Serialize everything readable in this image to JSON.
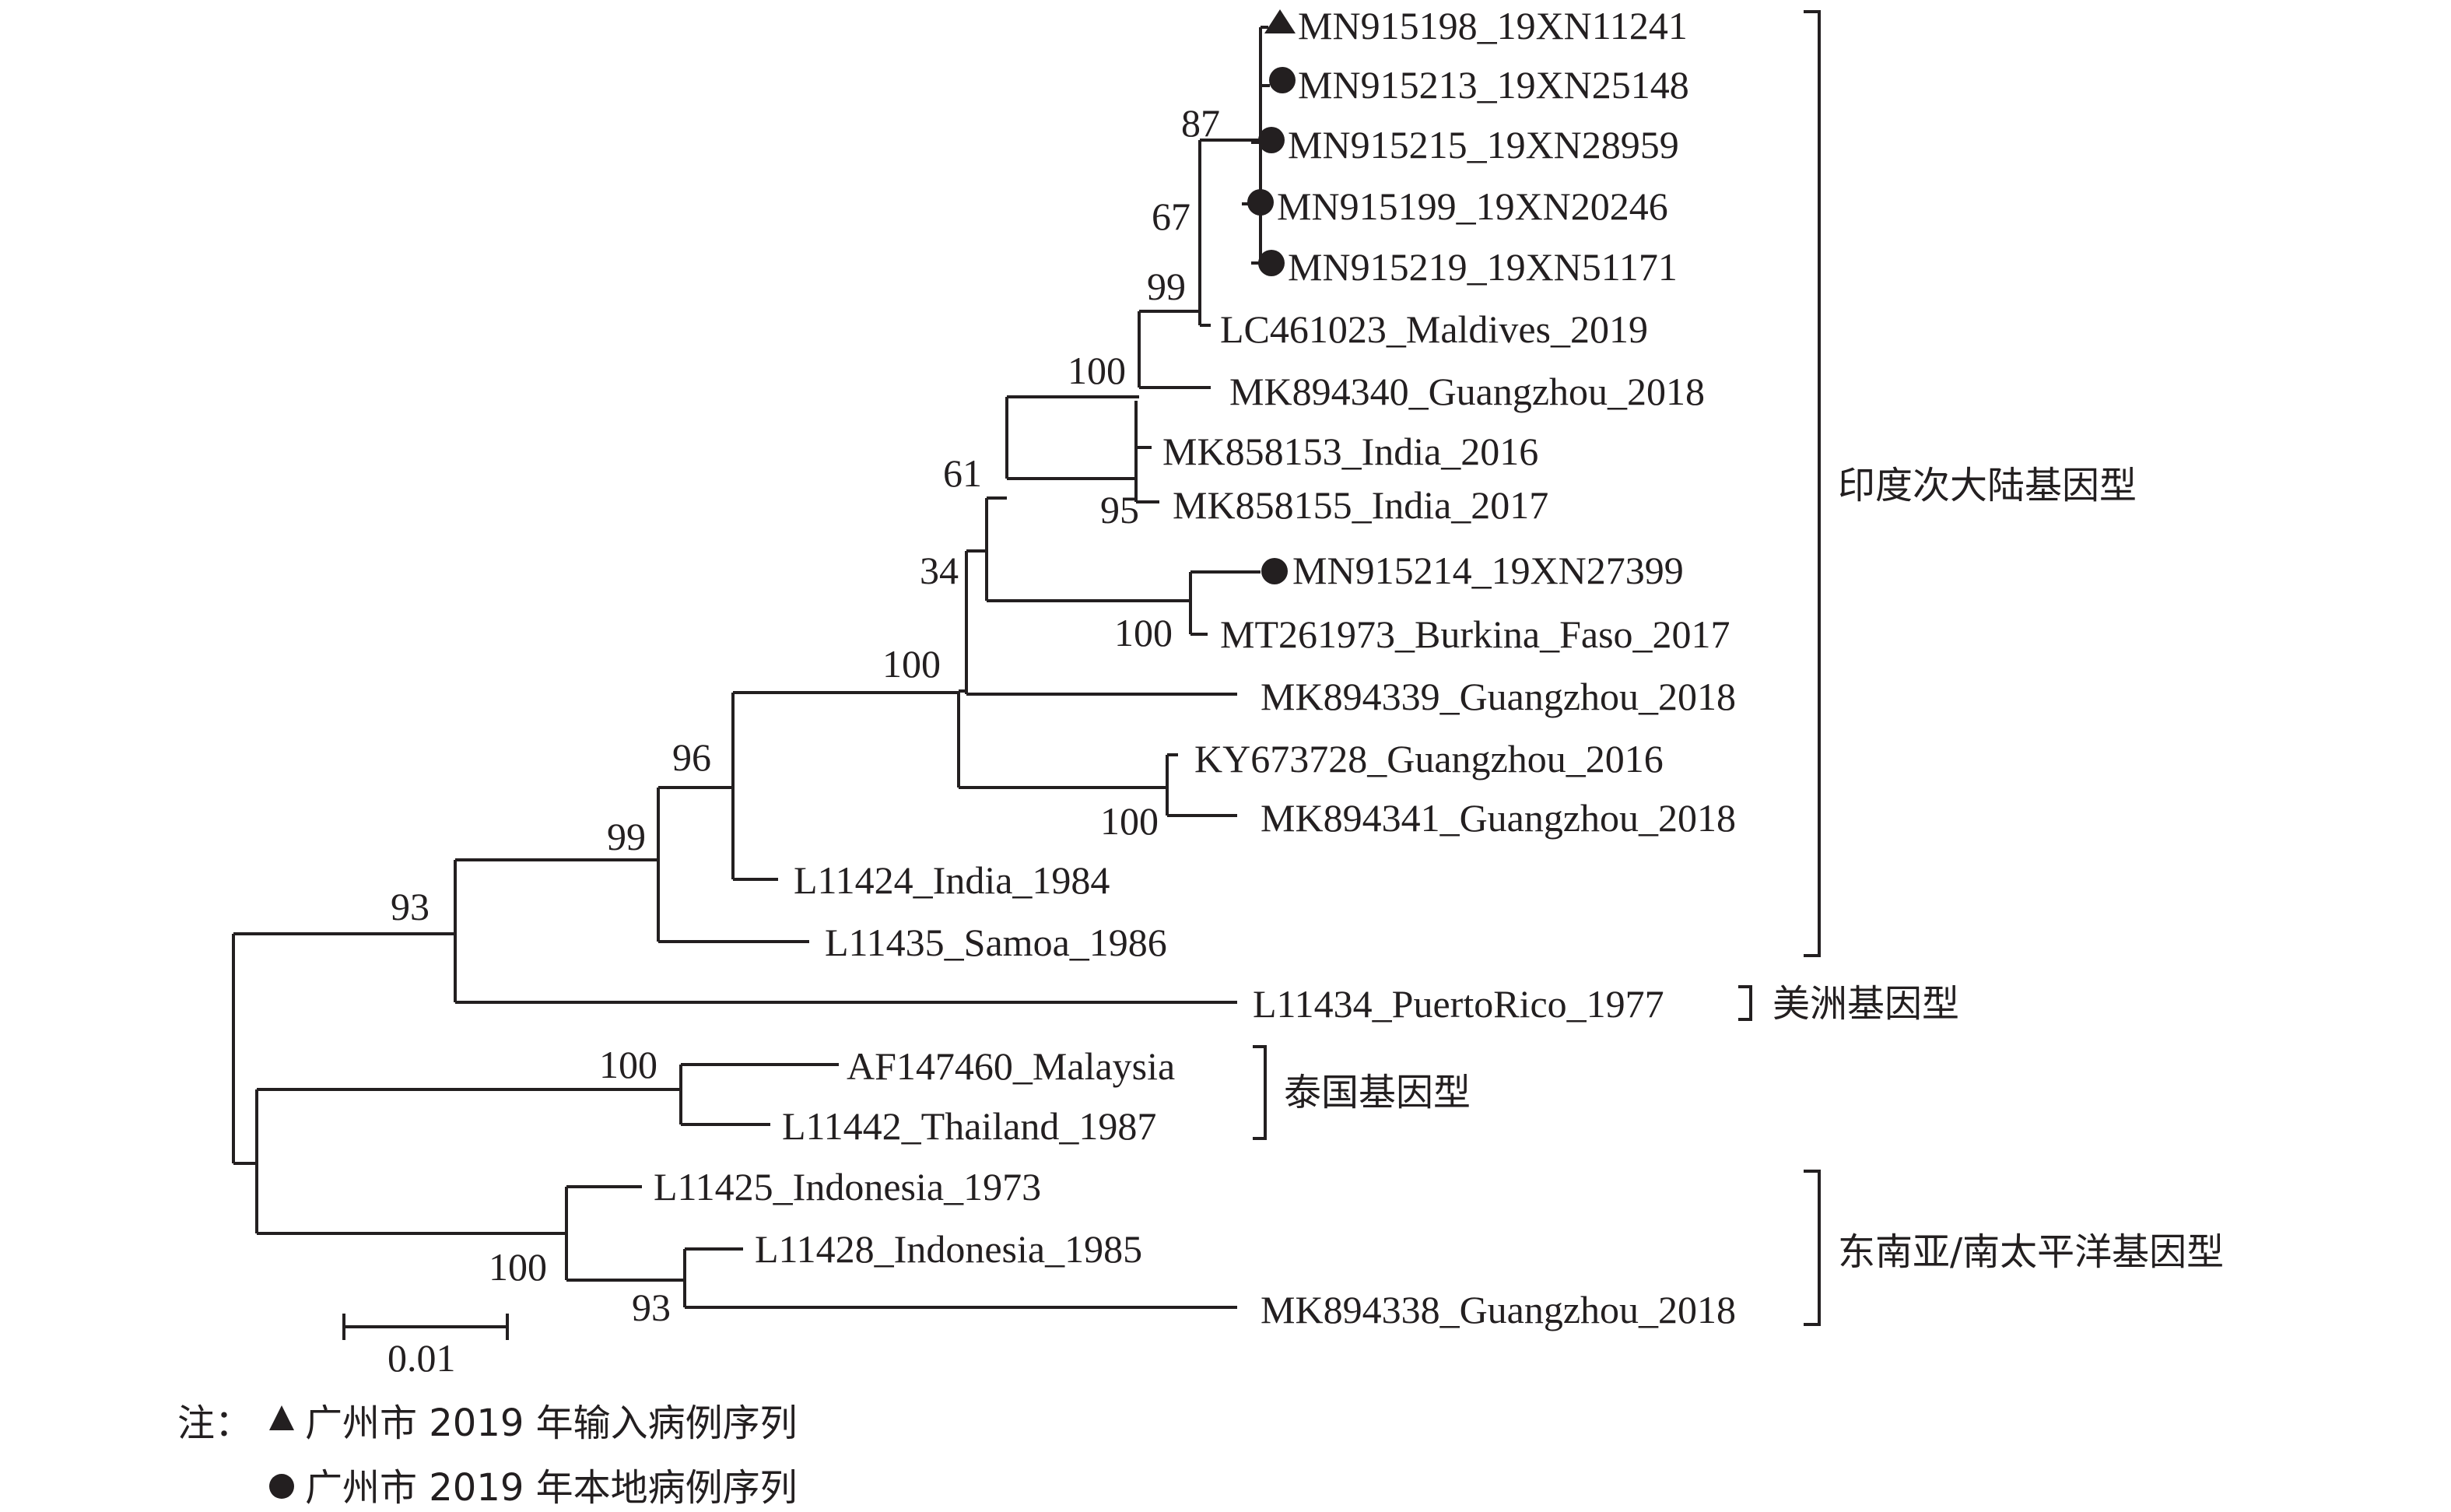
{
  "tree": {
    "taxa": [
      {
        "label": "MN915198_19XN11241",
        "marker": "triangle"
      },
      {
        "label": "MN915213_19XN25148",
        "marker": "circle"
      },
      {
        "label": "MN915215_19XN28959",
        "marker": "circle"
      },
      {
        "label": "MN915199_19XN20246",
        "marker": "circle"
      },
      {
        "label": "MN915219_19XN51171",
        "marker": "circle"
      },
      {
        "label": "LC461023_Maldives_2019",
        "marker": ""
      },
      {
        "label": "MK894340_Guangzhou_2018",
        "marker": ""
      },
      {
        "label": "MK858153_India_2016",
        "marker": ""
      },
      {
        "label": "MK858155_India_2017",
        "marker": ""
      },
      {
        "label": "MN915214_19XN27399",
        "marker": "circle"
      },
      {
        "label": "MT261973_Burkina_Faso_2017",
        "marker": ""
      },
      {
        "label": "MK894339_Guangzhou_2018",
        "marker": ""
      },
      {
        "label": "KY673728_Guangzhou_2016",
        "marker": ""
      },
      {
        "label": "MK894341_Guangzhou_2018",
        "marker": ""
      },
      {
        "label": "L11424_India_1984",
        "marker": ""
      },
      {
        "label": "L11435_Samoa_1986",
        "marker": ""
      },
      {
        "label": "L11434_PuertoRico_1977",
        "marker": ""
      },
      {
        "label": "AF147460_Malaysia",
        "marker": ""
      },
      {
        "label": "L11442_Thailand_1987",
        "marker": ""
      },
      {
        "label": "L11425_Indonesia_1973",
        "marker": ""
      },
      {
        "label": "L11428_Indonesia_1985",
        "marker": ""
      },
      {
        "label": "MK894338_Guangzhou_2018",
        "marker": ""
      }
    ],
    "bootstrap": [
      "87",
      "67",
      "99",
      "100",
      "95",
      "61",
      "100",
      "34",
      "100",
      "100",
      "96",
      "99",
      "93",
      "100",
      "100",
      "93"
    ],
    "genotypes": [
      "印度次大陆基因型",
      "美洲基因型",
      "泰国基因型",
      "东南亚/南太平洋基因型"
    ],
    "scale_label": "0.01"
  },
  "legend": {
    "prefix": "注：",
    "imported": "广州市 2019 年输入病例序列",
    "local": "广州市 2019 年本地病例序列"
  }
}
